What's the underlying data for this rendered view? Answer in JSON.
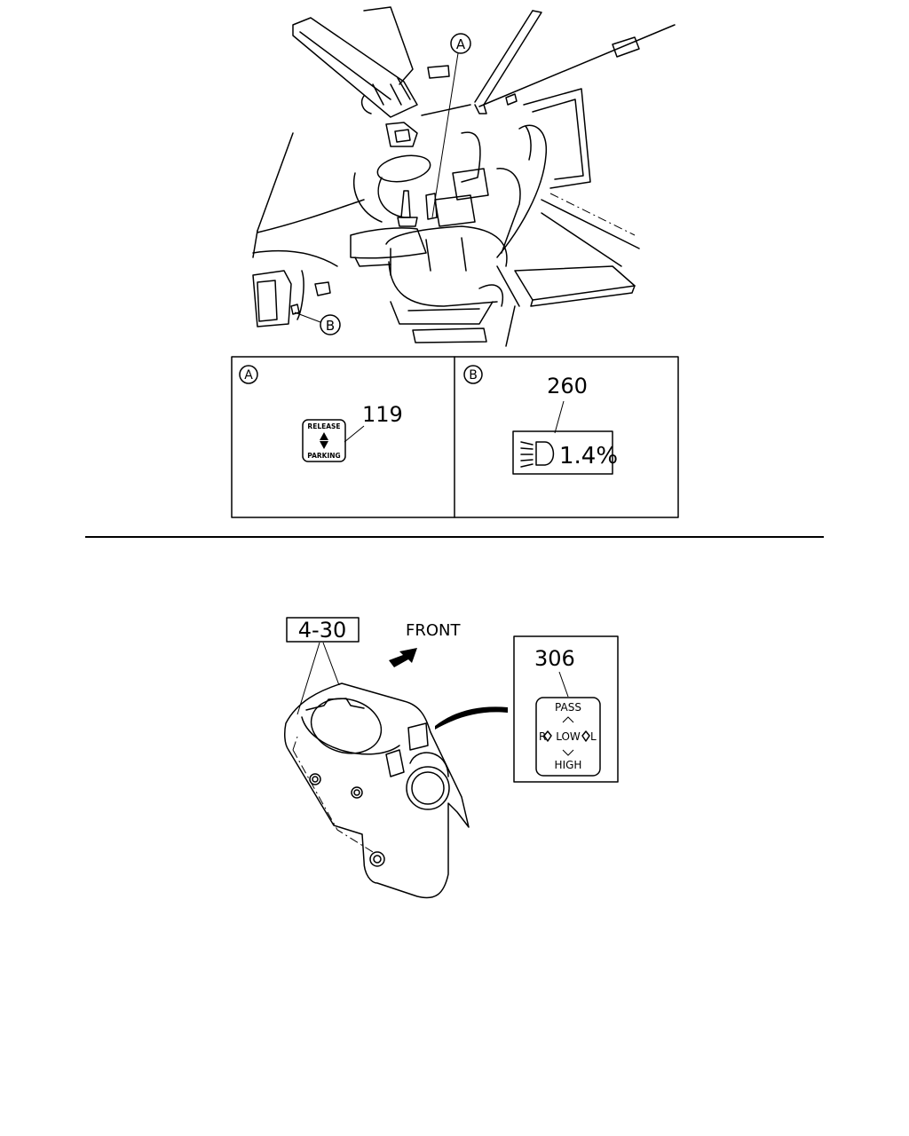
{
  "callouts": {
    "A": "A",
    "B": "B"
  },
  "detail_a": {
    "part_number": "119",
    "switch_top": "RELEASE",
    "switch_bottom": "PARKING"
  },
  "detail_b": {
    "part_number": "260",
    "display_value": "1.4%"
  },
  "lower": {
    "ref_box": "4-30",
    "direction_label": "FRONT",
    "part_number": "306",
    "switch_pass": "PASS",
    "switch_r": "R",
    "switch_low": "LOW",
    "switch_l": "L",
    "switch_high": "HIGH"
  }
}
